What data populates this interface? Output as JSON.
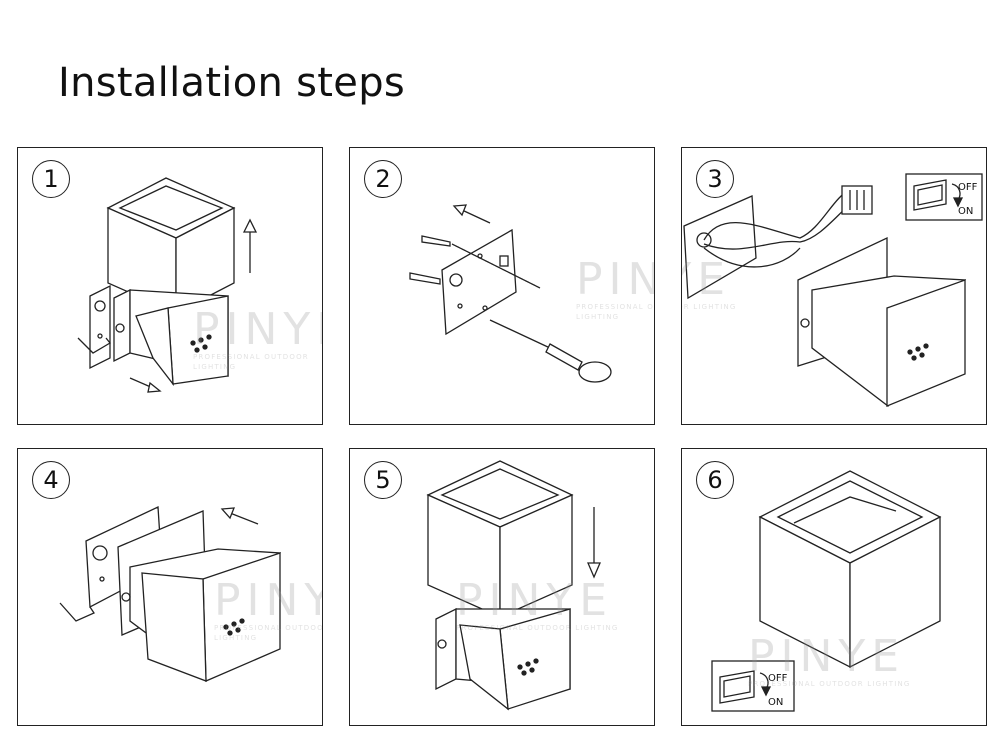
{
  "title": "Installation steps",
  "steps": [
    {
      "number": "1"
    },
    {
      "number": "2"
    },
    {
      "number": "3"
    },
    {
      "number": "4"
    },
    {
      "number": "5"
    },
    {
      "number": "6"
    }
  ],
  "watermark": {
    "brand": "PINYE",
    "tagline": "PROFESSIONAL OUTDOOR LIGHTING"
  },
  "switch": {
    "off_label": "OFF",
    "on_label": "ON"
  }
}
